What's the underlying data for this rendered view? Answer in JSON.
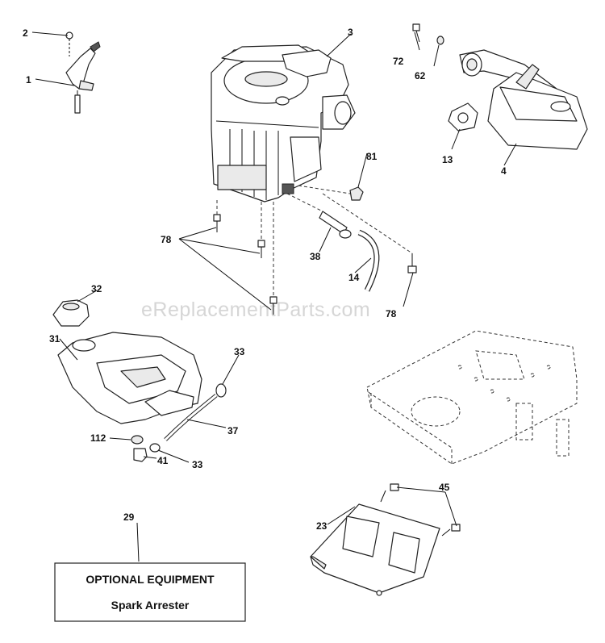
{
  "watermark": "eReplacementParts.com",
  "callouts": {
    "c1": "1",
    "c2": "2",
    "c3": "3",
    "c4": "4",
    "c13": "13",
    "c14": "14",
    "c23": "23",
    "c29": "29",
    "c31": "31",
    "c32": "32",
    "c33a": "33",
    "c33b": "33",
    "c37": "37",
    "c38": "38",
    "c41": "41",
    "c45": "45",
    "c62": "62",
    "c72": "72",
    "c78a": "78",
    "c78b": "78",
    "c81": "81",
    "c112": "112"
  },
  "optional_box": {
    "title": "OPTIONAL EQUIPMENT",
    "subtitle": "Spark Arrester"
  }
}
